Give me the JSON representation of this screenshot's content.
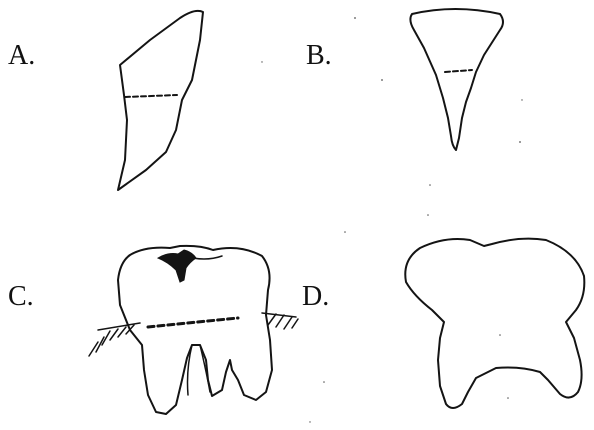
{
  "labels": {
    "a": "A.",
    "b": "B.",
    "c": "C.",
    "d": "D."
  },
  "colors": {
    "ink": "#141414",
    "background": "#ffffff"
  }
}
